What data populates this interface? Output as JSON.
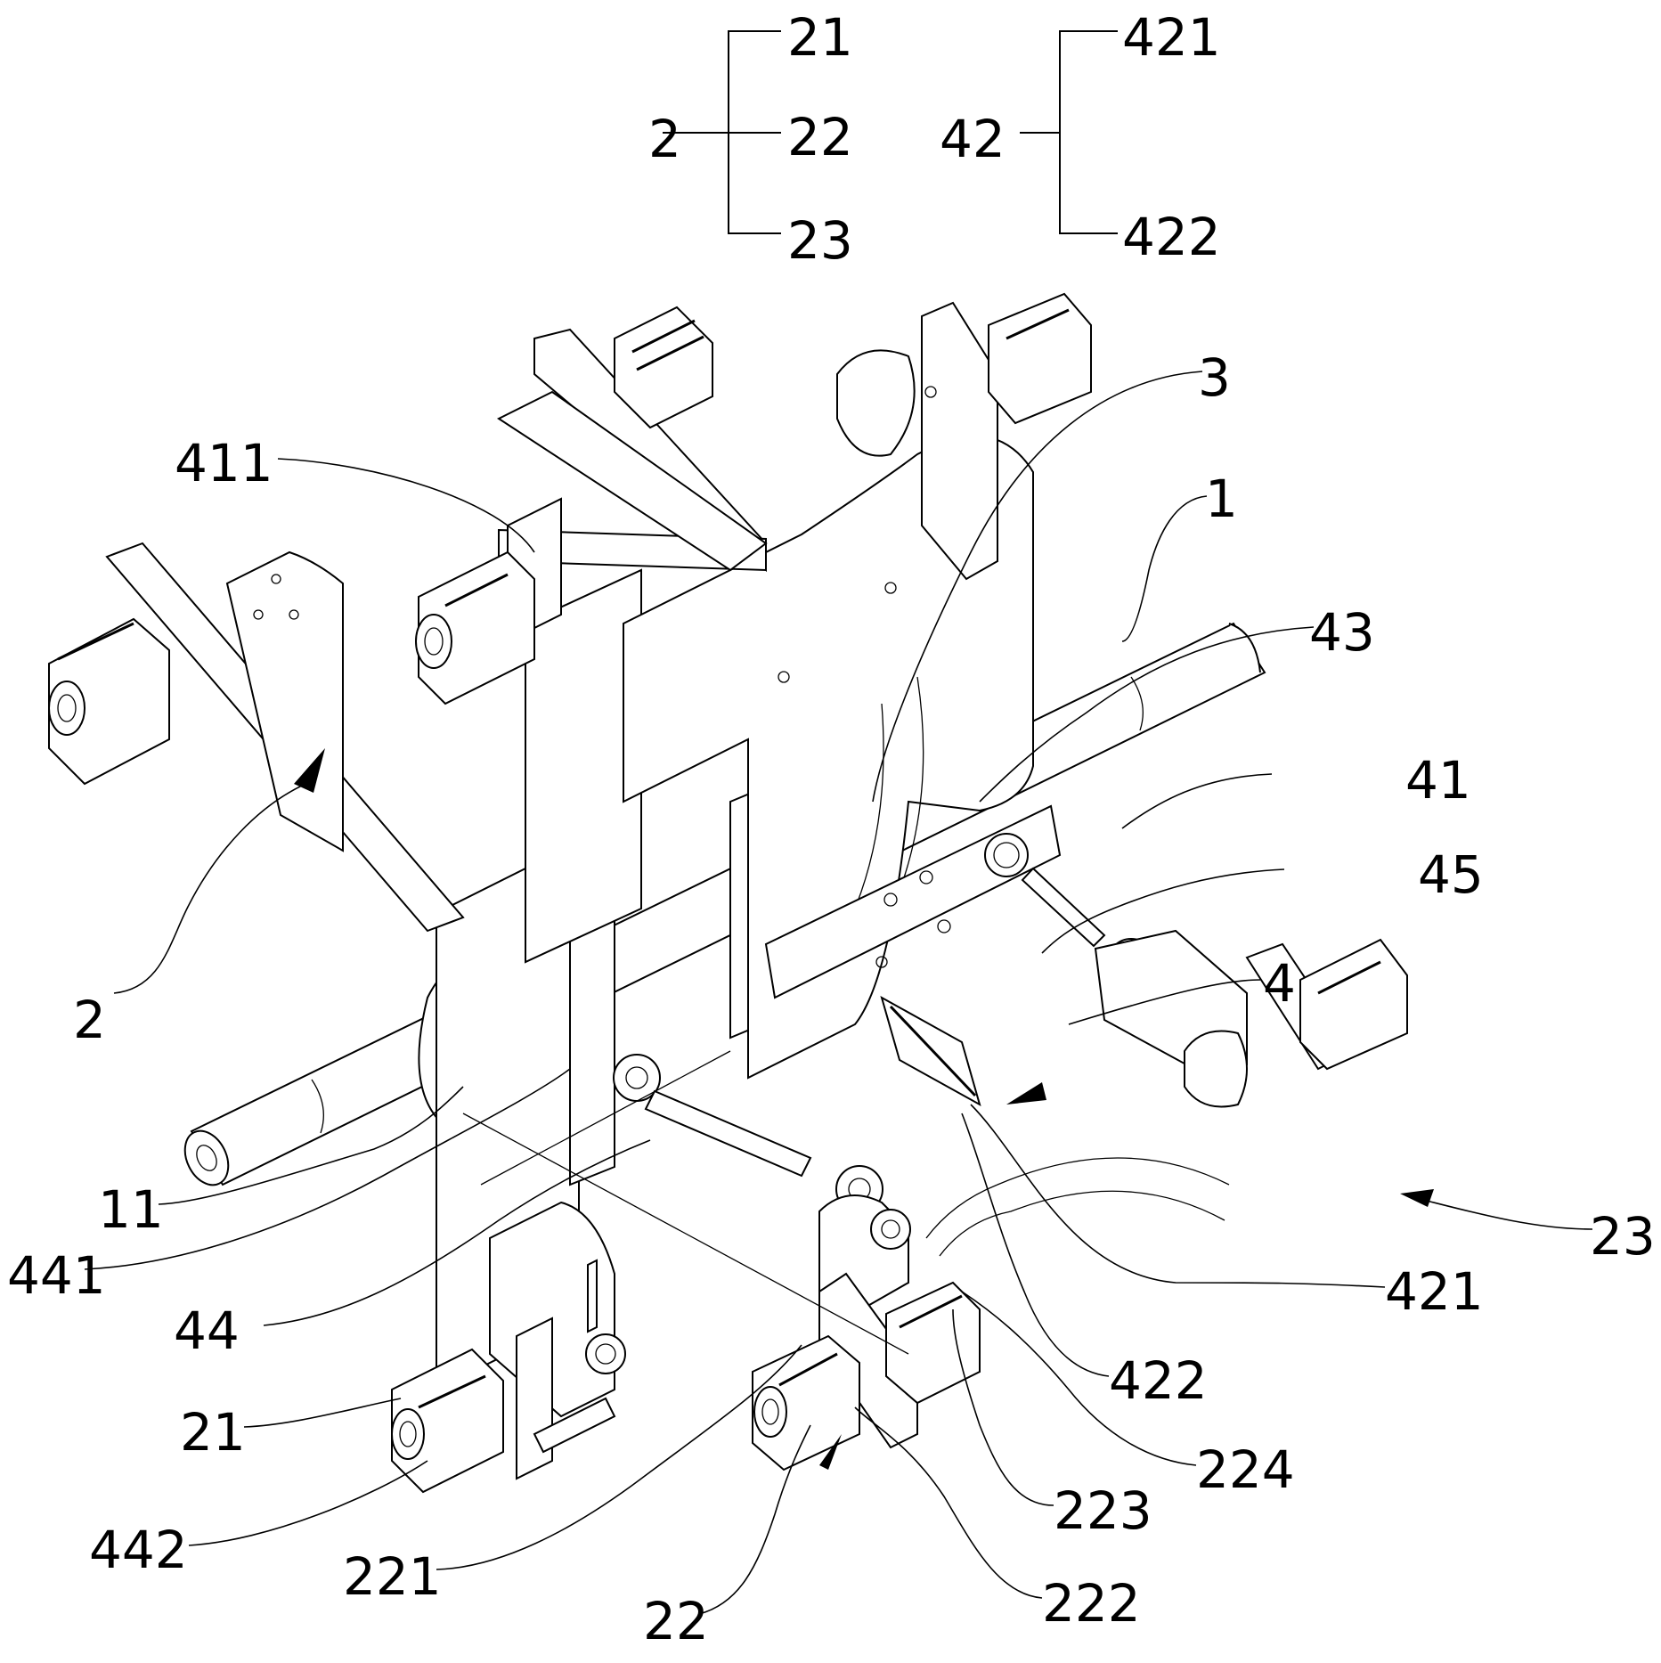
{
  "figure": {
    "type": "patent mechanical drawing (isometric view)",
    "legend_groups": [
      {
        "parent": "2",
        "children": [
          "21",
          "22",
          "23"
        ]
      },
      {
        "parent": "42",
        "children": [
          "421",
          "422"
        ]
      }
    ],
    "reference_labels": {
      "l_411": "411",
      "l_3": "3",
      "l_1": "1",
      "l_43": "43",
      "l_41": "41",
      "l_45": "45",
      "l_4": "4",
      "l_2": "2",
      "l_23": "23",
      "l_11": "11",
      "l_441": "441",
      "l_421": "421",
      "l_44": "44",
      "l_422": "422",
      "l_21": "21",
      "l_224": "224",
      "l_223": "223",
      "l_442": "442",
      "l_221": "221",
      "l_22": "22",
      "l_222": "222"
    },
    "arrow_labels": [
      "2",
      "4",
      "22",
      "23"
    ]
  }
}
